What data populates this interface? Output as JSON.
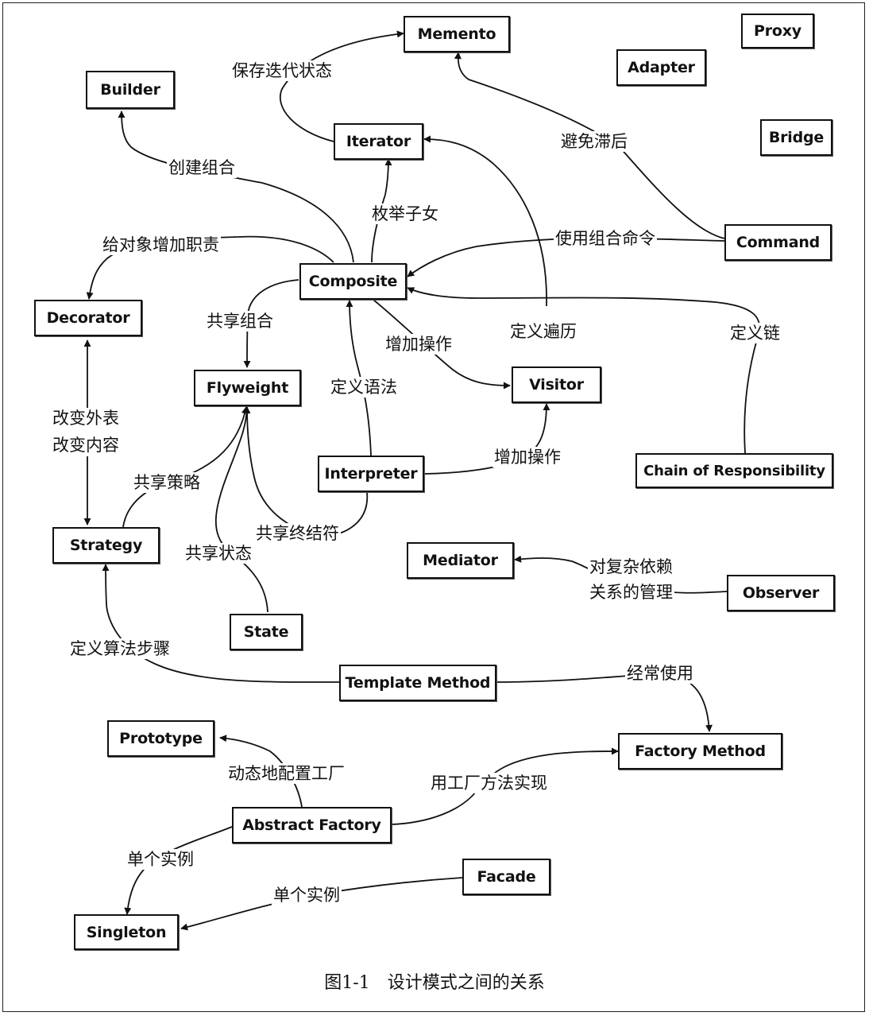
{
  "nodes": {
    "memento": "Memento",
    "proxy": "Proxy",
    "adapter": "Adapter",
    "builder": "Builder",
    "iterator": "Iterator",
    "bridge": "Bridge",
    "command": "Command",
    "composite": "Composite",
    "decorator": "Decorator",
    "flyweight": "Flyweight",
    "visitor": "Visitor",
    "interpreter": "Interpreter",
    "chain": "Chain of Responsibility",
    "strategy": "Strategy",
    "mediator": "Mediator",
    "observer": "Observer",
    "state": "State",
    "template_method": "Template Method",
    "prototype": "Prototype",
    "factory_method": "Factory Method",
    "abstract_factory": "Abstract Factory",
    "facade": "Facade",
    "singleton": "Singleton"
  },
  "edge_labels": {
    "save_iteration_state": "保存迭代状态",
    "avoid_lag": "避免滞后",
    "create_composite": "创建组合",
    "enumerate_children": "枚举子女",
    "add_responsibilities": "给对象增加职责",
    "use_composite_command": "使用组合命令",
    "share_composite": "共享组合",
    "add_operations_1": "增加操作",
    "define_traversal": "定义遍历",
    "define_chain": "定义链",
    "change_skin_change_guts_line1": "改变外表",
    "change_skin_change_guts_line2": "改变内容",
    "define_grammar": "定义语法",
    "add_operations_2": "增加操作",
    "share_strategies": "共享策略",
    "share_terminals": "共享终结符",
    "share_states": "共享状态",
    "manage_dependencies_line1": "对复杂依赖",
    "manage_dependencies_line2": "关系的管理",
    "define_algorithm_steps": "定义算法步骤",
    "often_uses": "经常使用",
    "configure_factory_dynamically": "动态地配置工厂",
    "implement_using_factory_method": "用工厂方法实现",
    "single_instance_1": "单个实例",
    "single_instance_2": "单个实例"
  },
  "caption": {
    "figure": "图1-1",
    "title": "设计模式之间的关系"
  }
}
